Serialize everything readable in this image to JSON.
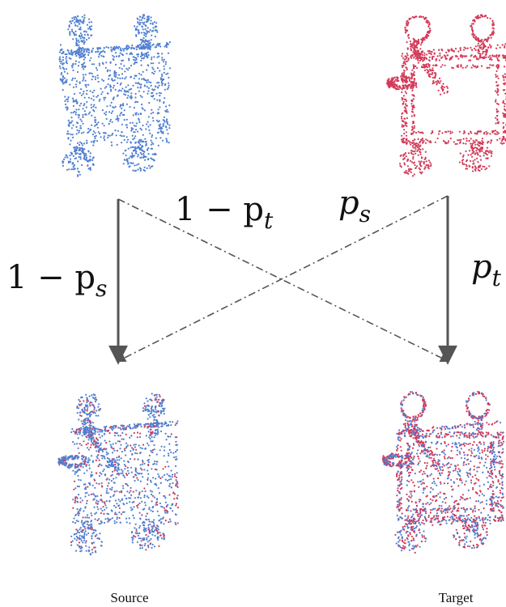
{
  "labels": {
    "top_left_weight": "1 − p",
    "top_left_weight_sub": "t",
    "top_right_weight": "p",
    "top_right_weight_sub": "s",
    "left_weight": "1 − p",
    "left_weight_sub": "s",
    "right_weight": "p",
    "right_weight_sub": "t"
  },
  "captions": {
    "source": "Source",
    "target": "Target"
  },
  "colors": {
    "source_points": "#4f7fd1",
    "target_points": "#d23a58",
    "arrow": "#555555"
  },
  "objects": {
    "top_left": "source-point-cloud",
    "top_right": "target-point-cloud",
    "bottom_left": "mixed-source-point-cloud",
    "bottom_right": "mixed-target-point-cloud"
  }
}
